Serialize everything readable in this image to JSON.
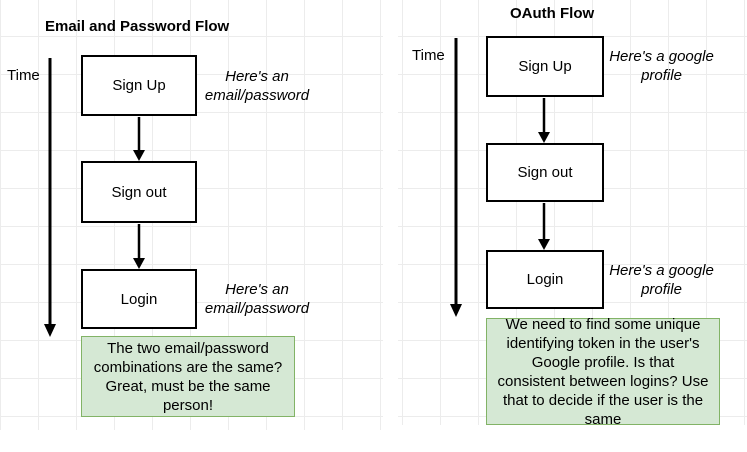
{
  "left": {
    "title": "Email and Password Flow",
    "time_label": "Time",
    "steps": [
      "Sign Up",
      "Sign out",
      "Login"
    ],
    "notes": {
      "signup_line1": "Here's an",
      "signup_line2": "email/password",
      "login_line1": "Here's an",
      "login_line2": "email/password"
    },
    "conclusion": "The two email/password combinations are the same? Great, must be the same person!"
  },
  "right": {
    "title": "OAuth Flow",
    "time_label": "Time",
    "steps": [
      "Sign Up",
      "Sign out",
      "Login"
    ],
    "notes": {
      "signup_line1": "Here's a google",
      "signup_line2": "profile",
      "login_line1": "Here's a google",
      "login_line2": "profile"
    },
    "conclusion": "We need to find some unique identifying token in the user's Google profile.  Is that consistent between logins?  Use that to decide if the user is the same"
  },
  "colors": {
    "note_fill": "#d5e8d4",
    "note_border": "#82b366",
    "grid": "#ececec"
  }
}
